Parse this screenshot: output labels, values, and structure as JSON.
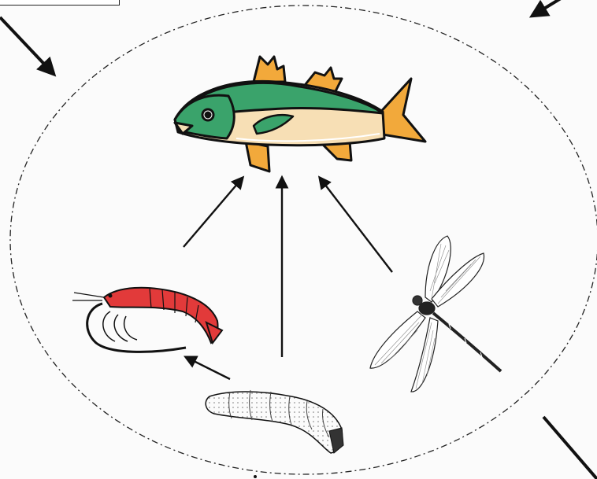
{
  "diagram": {
    "organisms": [
      {
        "id": "fish",
        "name": "fish-illustration"
      },
      {
        "id": "shrimp",
        "name": "shrimp-illustration"
      },
      {
        "id": "larva",
        "name": "larva-illustration"
      },
      {
        "id": "dragonfly",
        "name": "dragonfly-illustration"
      }
    ],
    "edges": [
      {
        "from": "shrimp",
        "to": "fish"
      },
      {
        "from": "larva",
        "to": "fish"
      },
      {
        "from": "dragonfly",
        "to": "fish"
      },
      {
        "from": "larva",
        "to": "shrimp"
      }
    ],
    "boundary": {
      "style": "dash-dot",
      "shape": "ellipse"
    },
    "colors": {
      "fish_green": "#3aa36b",
      "fish_belly": "#f7dfb5",
      "fin_orange": "#f2a93b",
      "shrimp_red": "#e23a3a",
      "ink": "#111111"
    }
  }
}
